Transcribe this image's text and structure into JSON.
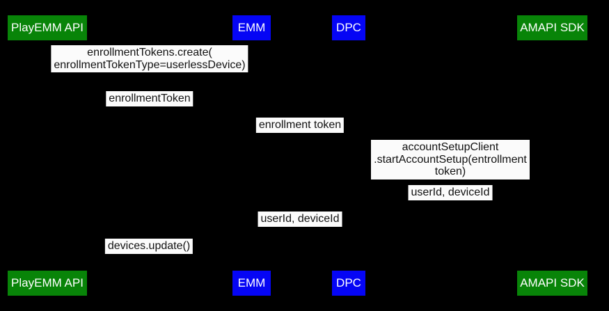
{
  "diagram": {
    "kind": "sequence-diagram",
    "background_color": "#000000",
    "label_background_color": "#fbfbfb",
    "label_text_color": "#111111",
    "actor_text_color": "#ffffff",
    "actor_colors": {
      "green": "#088408",
      "blue": "#0505f5"
    },
    "actors": [
      {
        "id": "playemm-api",
        "label": "PlayEMM API",
        "color": "#088408"
      },
      {
        "id": "emm",
        "label": "EMM",
        "color": "#0505f5"
      },
      {
        "id": "dpc",
        "label": "DPC",
        "color": "#0505f5"
      },
      {
        "id": "amapi-sdk",
        "label": "AMAPI SDK",
        "color": "#088408"
      }
    ],
    "messages": [
      {
        "between": [
          "EMM",
          "PlayEMM API"
        ],
        "label": "enrollmentTokens.create(\nenrollmentTokenType=userlessDevice)"
      },
      {
        "between": [
          "PlayEMM API",
          "EMM"
        ],
        "label": "enrollmentToken"
      },
      {
        "between": [
          "EMM",
          "DPC"
        ],
        "label": "enrollment token"
      },
      {
        "between": [
          "DPC",
          "AMAPI SDK"
        ],
        "label": "accountSetupClient\n.startAccountSetup(entrollment token)"
      },
      {
        "between": [
          "AMAPI SDK",
          "DPC"
        ],
        "label": "userId, deviceId"
      },
      {
        "between": [
          "DPC",
          "EMM"
        ],
        "label": "userId, deviceId"
      },
      {
        "between": [
          "EMM",
          "PlayEMM API"
        ],
        "label": "devices.update()"
      }
    ]
  }
}
